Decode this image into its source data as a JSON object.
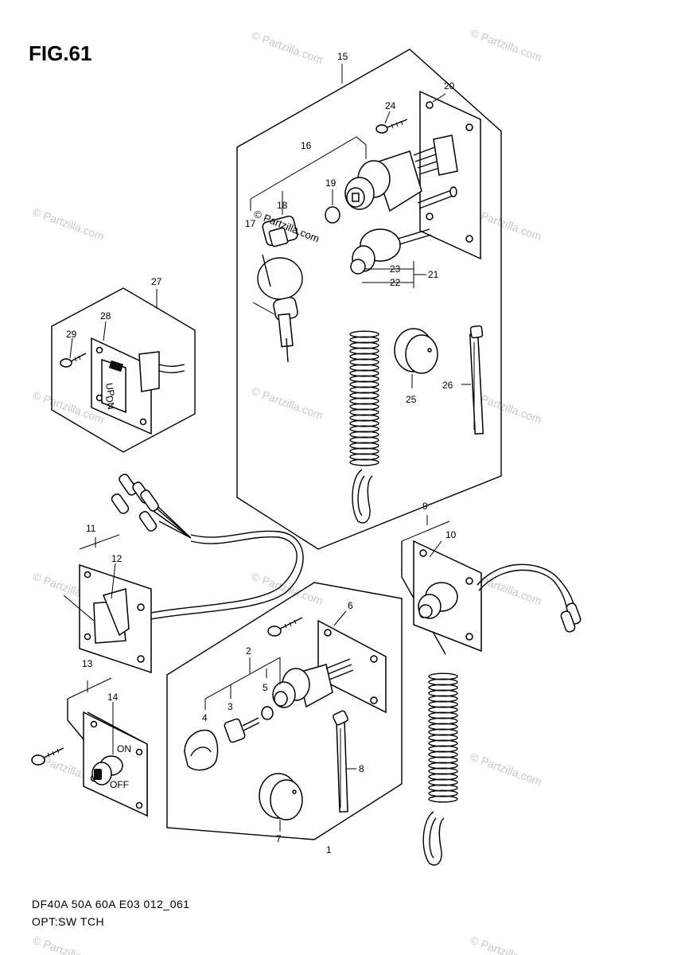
{
  "figure": {
    "title": "FIG.61"
  },
  "footer": {
    "code": "DF40A 50A 60A E03 012_061",
    "name": "OPT:SW TCH"
  },
  "watermark": {
    "text": "© Partzilla.com",
    "overlay_text": "© Partzilla.com"
  },
  "callouts": {
    "c1": "1",
    "c2": "2",
    "c3": "3",
    "c4": "4",
    "c5": "5",
    "c6": "6",
    "c7": "7",
    "c8": "8",
    "c9": "9",
    "c10": "10",
    "c11": "11",
    "c12": "12",
    "c13": "13",
    "c14": "14",
    "c15": "15",
    "c16": "16",
    "c17": "17",
    "c18": "18",
    "c19": "19",
    "c20": "20",
    "c21": "21",
    "c22": "22",
    "c23": "23",
    "c24": "24",
    "c25": "25",
    "c26": "26",
    "c27": "27",
    "c28": "28",
    "c29": "29"
  },
  "switch_labels": {
    "on": "ON",
    "off": "OFF",
    "up": "UP",
    "dn": "DN"
  }
}
